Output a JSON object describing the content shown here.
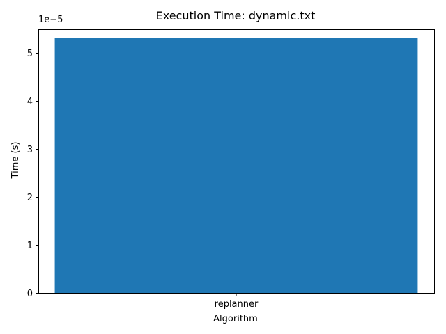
{
  "chart_data": {
    "type": "bar",
    "title": "Execution Time: dynamic.txt",
    "xlabel": "Algorithm",
    "ylabel": "Time (s)",
    "categories": [
      "replanner"
    ],
    "values": [
      5.32e-05
    ],
    "ylim": [
      0,
      5.5e-05
    ],
    "y_ticks": [
      0,
      1e-05,
      2e-05,
      3e-05,
      4e-05,
      5e-05
    ],
    "y_tick_labels": [
      "0",
      "1",
      "2",
      "3",
      "4",
      "5"
    ],
    "y_offset_label": "1e−5",
    "grid": false,
    "bar_color": "#1f77b4"
  }
}
